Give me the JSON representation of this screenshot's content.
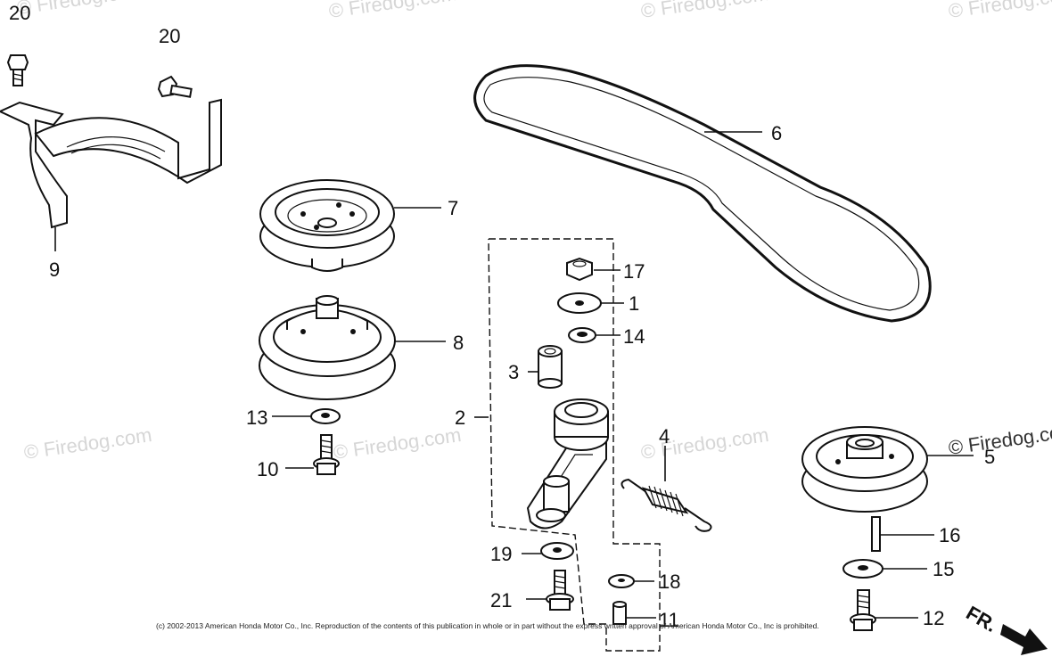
{
  "watermark": "© Firedog.com",
  "copyright": "(c) 2002-2013 American Honda Motor Co., Inc. Reproduction of the contents of this publication in whole or in part without the express written approval of American Honda Motor Co., Inc is prohibited.",
  "direction_label": "FR.",
  "callouts": [
    {
      "id": "c20a",
      "label": "20"
    },
    {
      "id": "c20b",
      "label": "20"
    },
    {
      "id": "c9",
      "label": "9"
    },
    {
      "id": "c7",
      "label": "7"
    },
    {
      "id": "c8",
      "label": "8"
    },
    {
      "id": "c13",
      "label": "13"
    },
    {
      "id": "c10",
      "label": "10"
    },
    {
      "id": "c6",
      "label": "6"
    },
    {
      "id": "c17",
      "label": "17"
    },
    {
      "id": "c1",
      "label": "1"
    },
    {
      "id": "c14",
      "label": "14"
    },
    {
      "id": "c3",
      "label": "3"
    },
    {
      "id": "c2",
      "label": "2"
    },
    {
      "id": "c4",
      "label": "4"
    },
    {
      "id": "c5",
      "label": "5"
    },
    {
      "id": "c16",
      "label": "16"
    },
    {
      "id": "c15",
      "label": "15"
    },
    {
      "id": "c19",
      "label": "19"
    },
    {
      "id": "c18",
      "label": "18"
    },
    {
      "id": "c21",
      "label": "21"
    },
    {
      "id": "c11",
      "label": "11"
    },
    {
      "id": "c12",
      "label": "12"
    }
  ],
  "colors": {
    "ink": "#111111",
    "watermark": "#d6d6d6"
  }
}
